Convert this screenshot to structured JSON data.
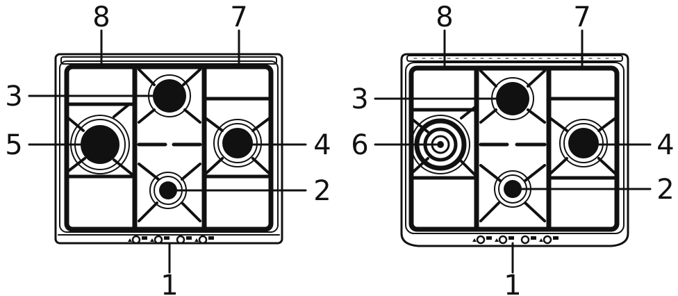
{
  "diagrams": [
    {
      "name": "hob-left",
      "labels": {
        "top_left": "8",
        "top_right": "7",
        "left_upper": "3",
        "left_middle": "5",
        "right_middle": "4",
        "right_lower": "2",
        "bottom": "1"
      }
    },
    {
      "name": "hob-right",
      "labels": {
        "top_left": "8",
        "top_right": "7",
        "left_upper": "3",
        "left_middle": "6",
        "right_middle": "4",
        "right_lower": "2",
        "bottom": "1"
      }
    }
  ],
  "colors": {
    "line": "#111111",
    "background": "#ffffff"
  }
}
